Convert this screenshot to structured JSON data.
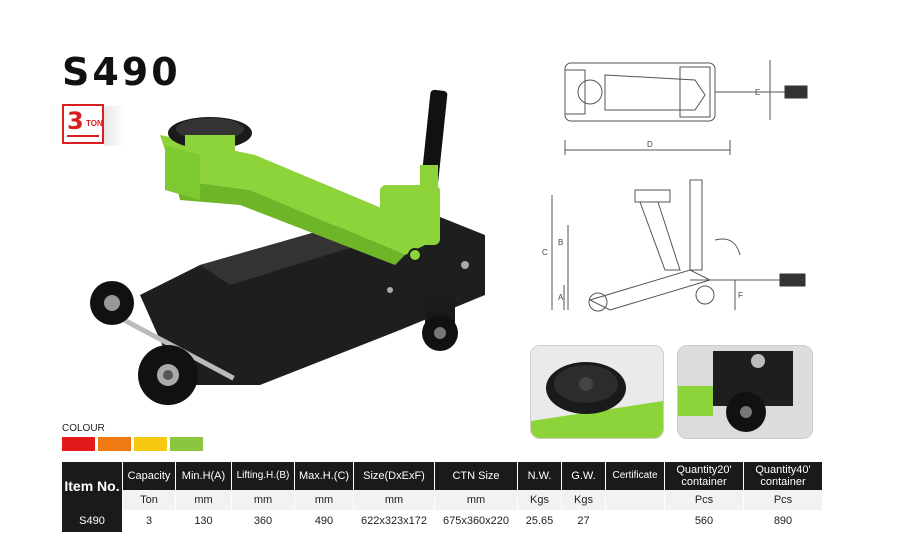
{
  "product": {
    "model": "S490",
    "capacity_badge": {
      "number": "3",
      "unit": "TON"
    }
  },
  "colour": {
    "label": "COLOUR",
    "swatches": [
      "#e21a1a",
      "#f07a12",
      "#f6c912",
      "#8cc63f"
    ]
  },
  "spec_table": {
    "headers": [
      "Item No.",
      "Capacity",
      "Min.H(A)",
      "Lifting.H.(B)",
      "Max.H.(C)",
      "Size(DxExF)",
      "CTN Size",
      "N.W.",
      "G.W.",
      "Certificate",
      "Quantity20' container",
      "Quantity40' container"
    ],
    "units": [
      "",
      "Ton",
      "mm",
      "mm",
      "mm",
      "mm",
      "mm",
      "Kgs",
      "Kgs",
      "",
      "Pcs",
      "Pcs"
    ],
    "values": [
      "S490",
      "3",
      "130",
      "360",
      "490",
      "622x323x172",
      "675x360x220",
      "25.65",
      "27",
      "",
      "560",
      "890"
    ]
  },
  "drawing_labels": {
    "top": [
      "D",
      "E"
    ],
    "side": [
      "C",
      "B",
      "A",
      "F"
    ]
  },
  "colors": {
    "accent_green": "#8cd43a",
    "frame_black": "#1a1a1a",
    "badge_red": "#d81e1e"
  }
}
